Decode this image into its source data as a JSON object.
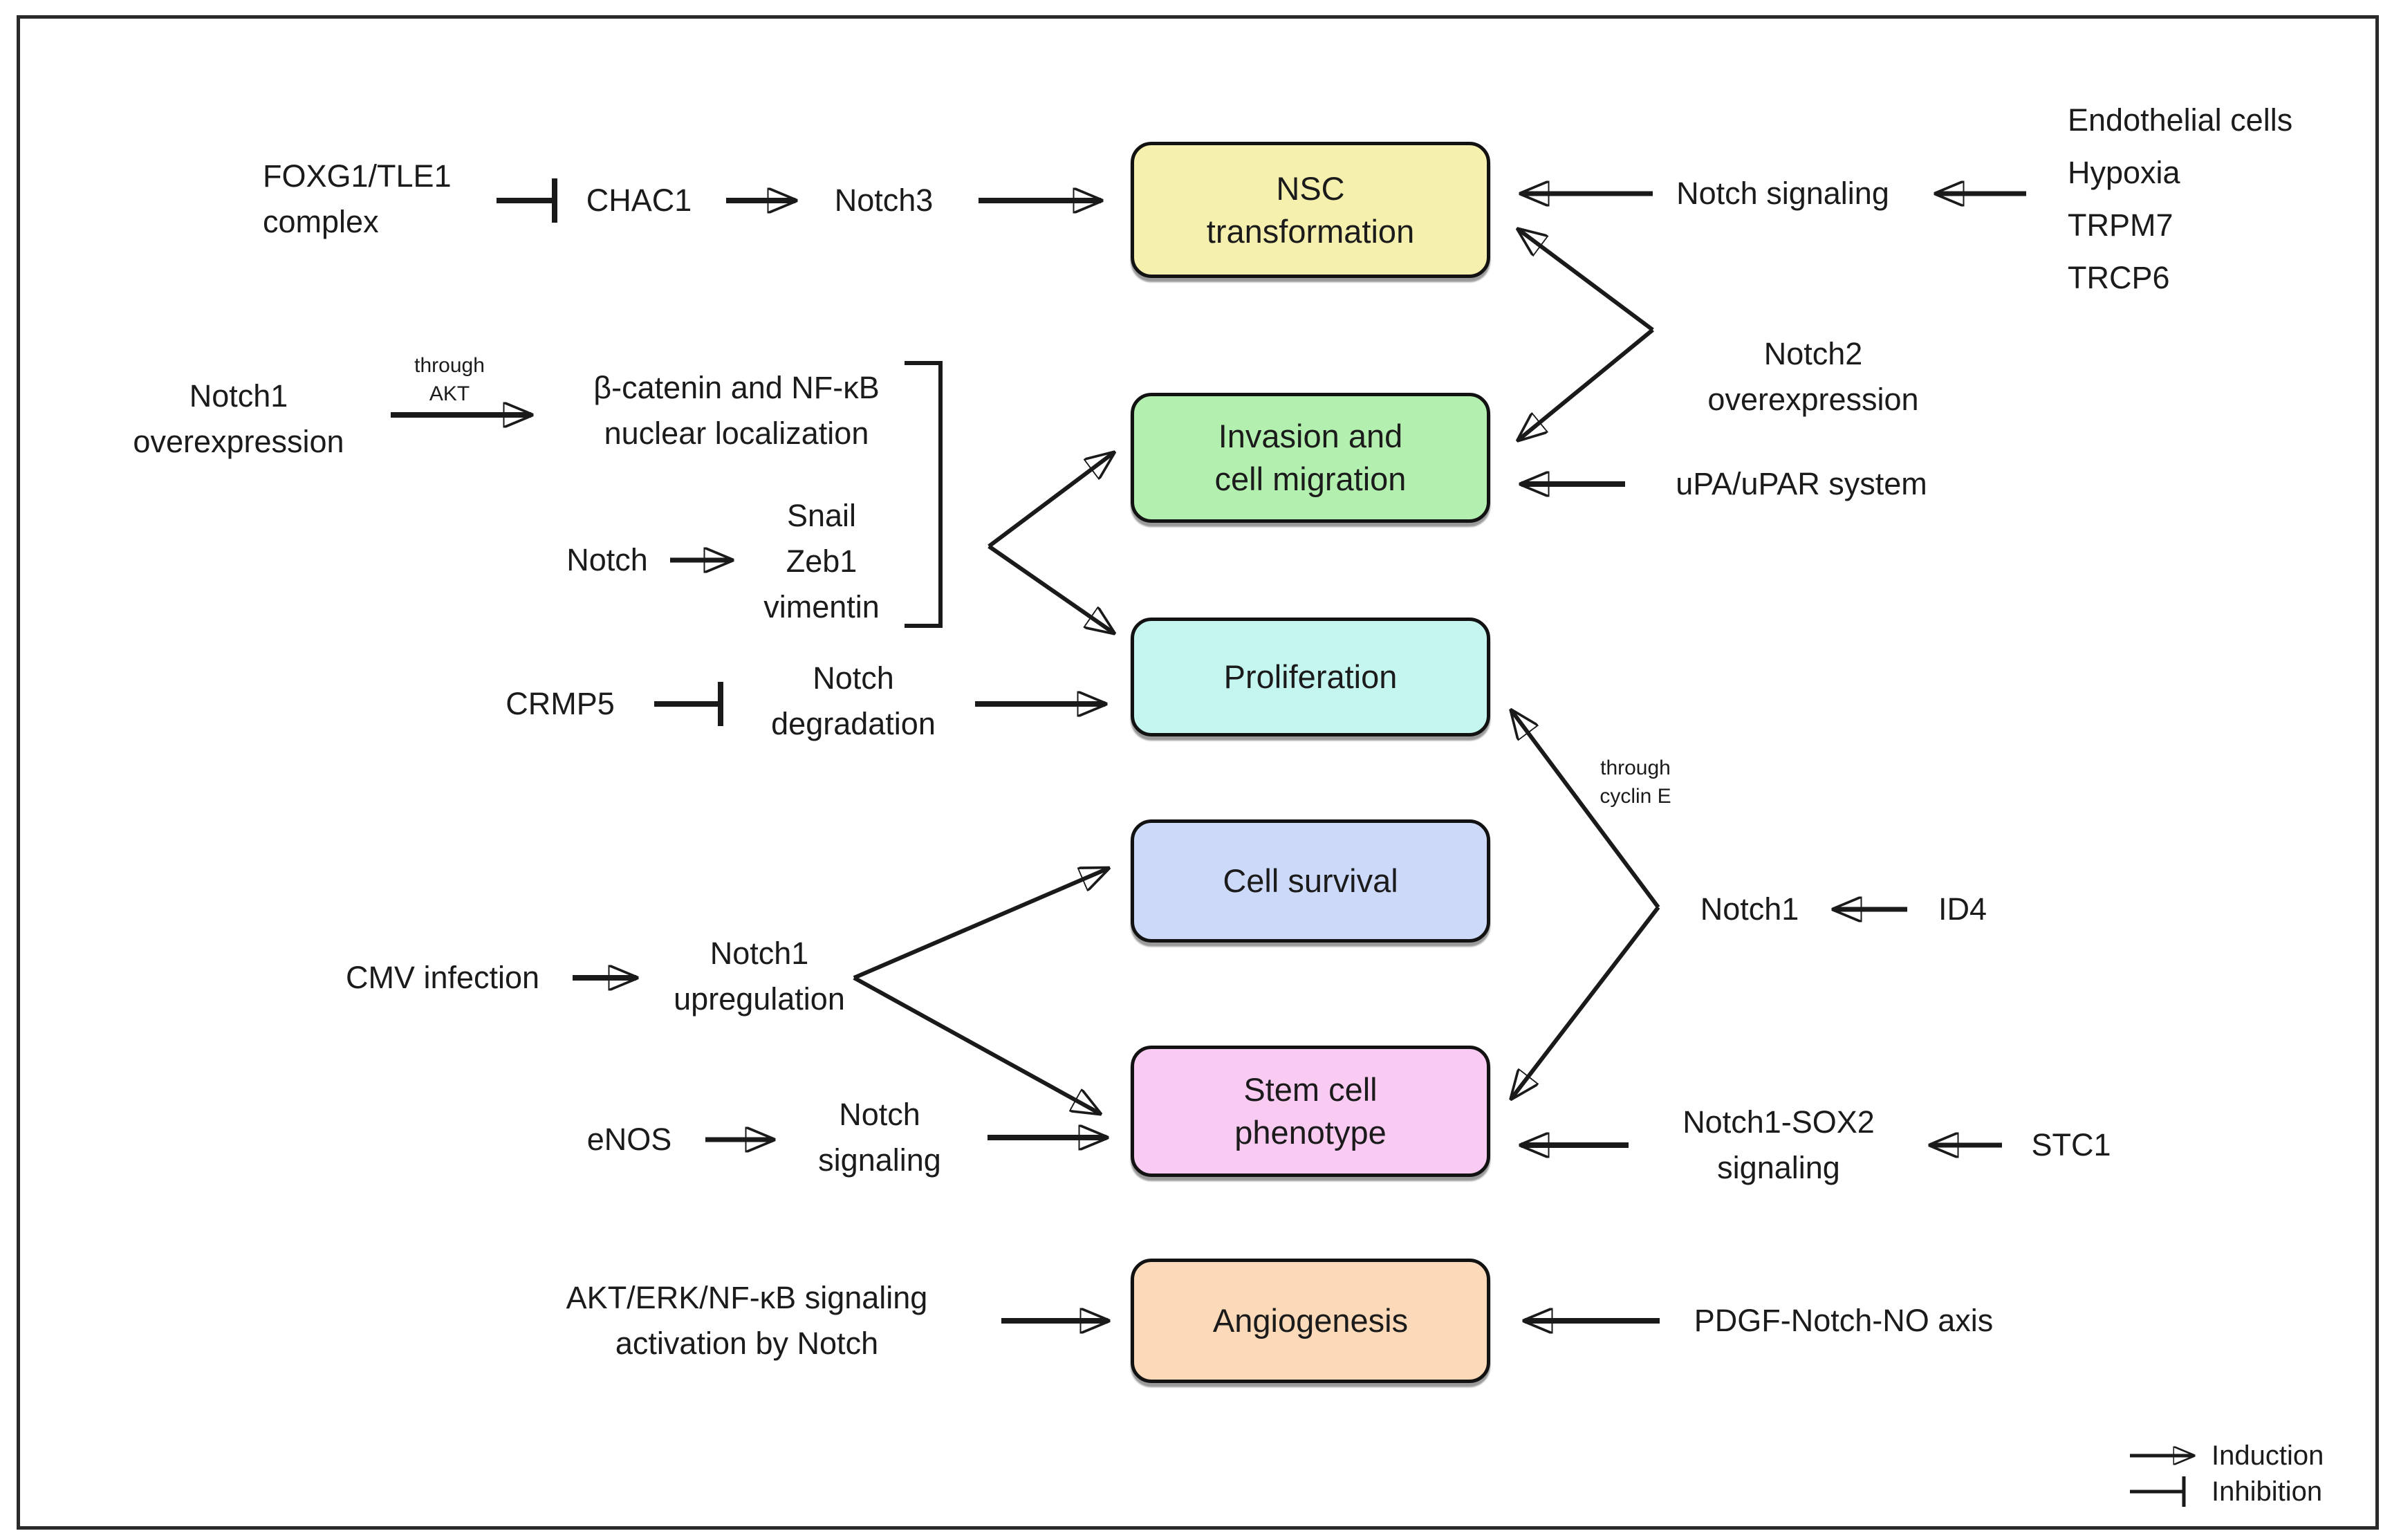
{
  "figure": {
    "boxes": {
      "nsc": {
        "label": "NSC\ntransformation",
        "fill": "#f5f0ae"
      },
      "invasion": {
        "label": "Invasion and\ncell migration",
        "fill": "#b3efae"
      },
      "proliferation": {
        "label": "Proliferation",
        "fill": "#c4f6ef"
      },
      "survival": {
        "label": "Cell survival",
        "fill": "#ccd9f8"
      },
      "stemcell": {
        "label": "Stem cell\nphenotype",
        "fill": "#f9cbf3"
      },
      "angiogenesis": {
        "label": "Angiogenesis",
        "fill": "#fcd9b8"
      }
    },
    "labels": {
      "foxg1_tle1": "FOXG1/TLE1\ncomplex",
      "chac1": "CHAC1",
      "notch3": "Notch3",
      "notch_signaling_top": "Notch signaling",
      "stimuli_list": "Endothelial cells\nHypoxia\nTRPM7\nTRCP6",
      "notch2_overexpression": "Notch2\noverexpression",
      "upa_upar": "uPA/uPAR system",
      "notch1_overexpression": "Notch1\noverexpression",
      "through_akt": "through\nAKT",
      "bcatenin_nfkb": "β-catenin and NF-κB\nnuclear localization",
      "notch_emt": "Notch",
      "emt_targets": "Snail\nZeb1\nvimentin",
      "crmp5": "CRMP5",
      "notch_degradation": "Notch\ndegradation",
      "through_cyclin_e": "through\ncyclin E",
      "notch1": "Notch1",
      "id4": "ID4",
      "cmv_infection": "CMV infection",
      "notch1_upregulation": "Notch1\nupregulation",
      "enos": "eNOS",
      "notch_signaling_bottom": "Notch\nsignaling",
      "notch1_sox2": "Notch1-SOX2\nsignaling",
      "stc1": "STC1",
      "akt_erk_nfkb": "AKT/ERK/NF-κB signaling\nactivation by Notch",
      "pdgf_axis": "PDGF-Notch-NO axis"
    },
    "legend": {
      "induction_label": "Induction",
      "inhibition_label": "Inhibition"
    },
    "colors": {
      "line": "#1a1a1a",
      "border": "#2a2a2a",
      "text": "#1b1b1b"
    }
  }
}
